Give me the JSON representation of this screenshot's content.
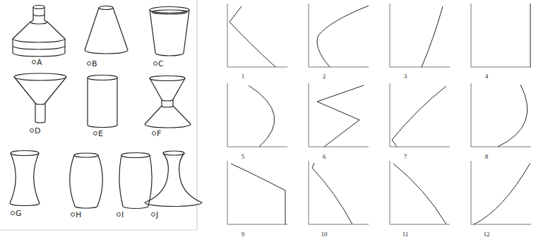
{
  "diagram": {
    "labels": [
      "A",
      "B",
      "C",
      "D",
      "E",
      "F",
      "G",
      "H",
      "I",
      "J",
      "1",
      "2",
      "3",
      "4",
      "5",
      "6",
      "7",
      "8",
      "9",
      "10",
      "11",
      "12"
    ]
  }
}
